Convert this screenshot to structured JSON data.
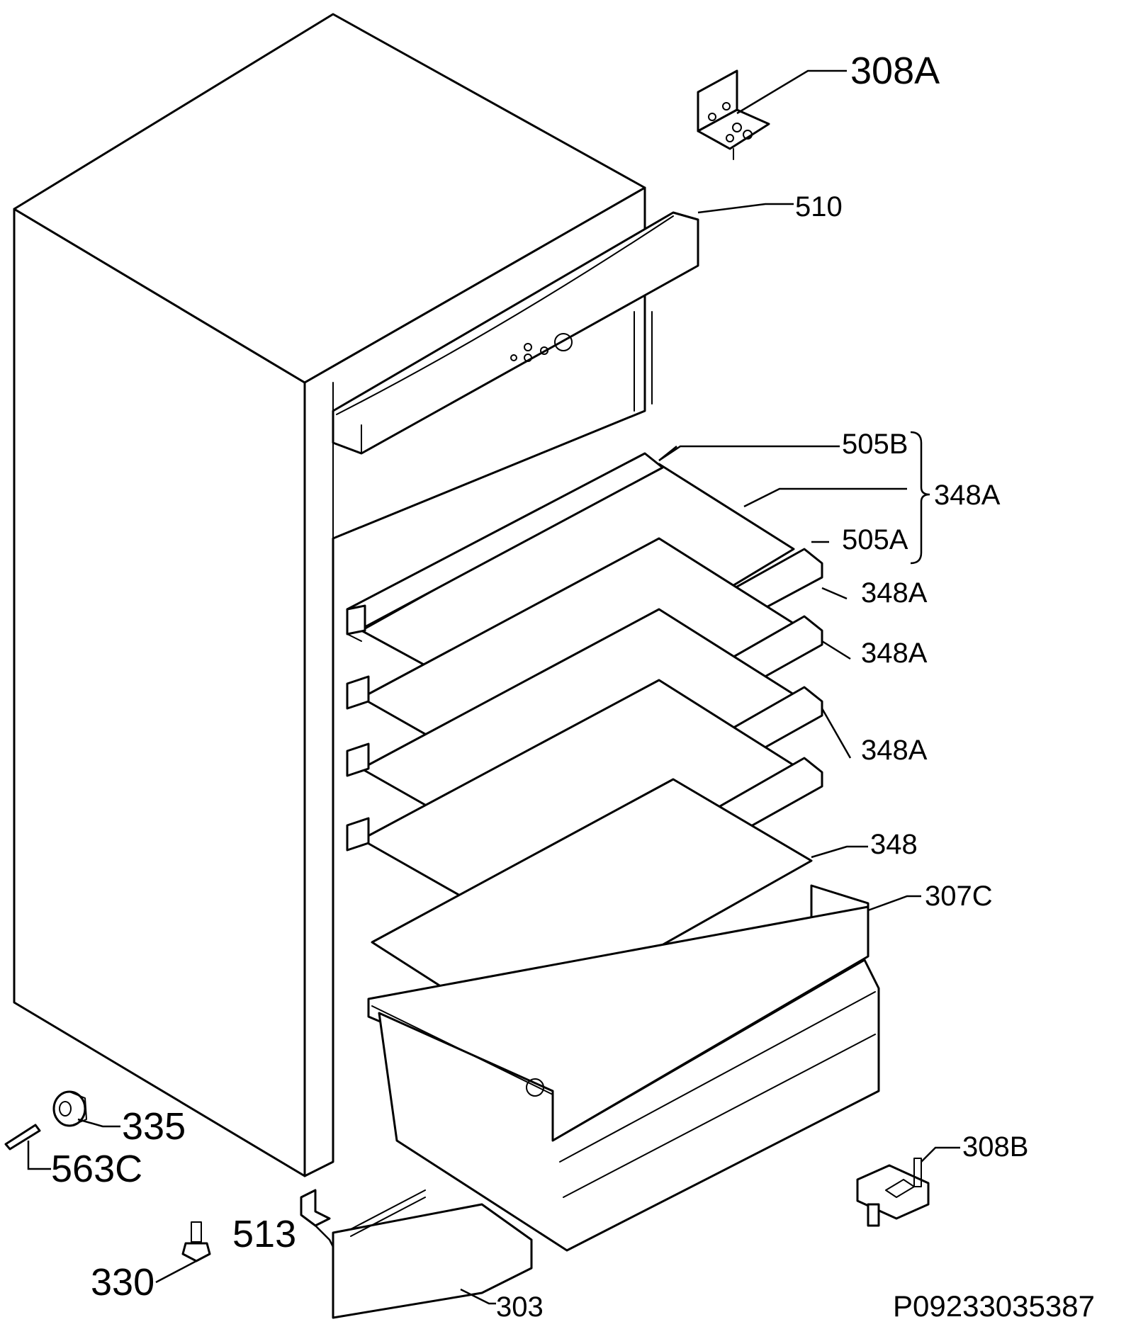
{
  "diagram": {
    "drawing_reference": "P09233035387",
    "parts": [
      {
        "id": "hinge-top",
        "label": "308A"
      },
      {
        "id": "control-panel",
        "label": "510"
      },
      {
        "id": "shelf-trim-rear",
        "label": "505B"
      },
      {
        "id": "shelf-assembly",
        "label": "348A"
      },
      {
        "id": "shelf-trim-front",
        "label": "505A"
      },
      {
        "id": "shelf-2",
        "label": "348A"
      },
      {
        "id": "shelf-3",
        "label": "348A"
      },
      {
        "id": "shelf-4",
        "label": "348A"
      },
      {
        "id": "glass-plate",
        "label": "348"
      },
      {
        "id": "drawer-frame",
        "label": "307C"
      },
      {
        "id": "foot-cap",
        "label": "335"
      },
      {
        "id": "pin",
        "label": "563C"
      },
      {
        "id": "bracket",
        "label": "513"
      },
      {
        "id": "adjustable-foot",
        "label": "330"
      },
      {
        "id": "kickplate",
        "label": "303"
      },
      {
        "id": "hinge-bottom",
        "label": "308B"
      }
    ]
  }
}
